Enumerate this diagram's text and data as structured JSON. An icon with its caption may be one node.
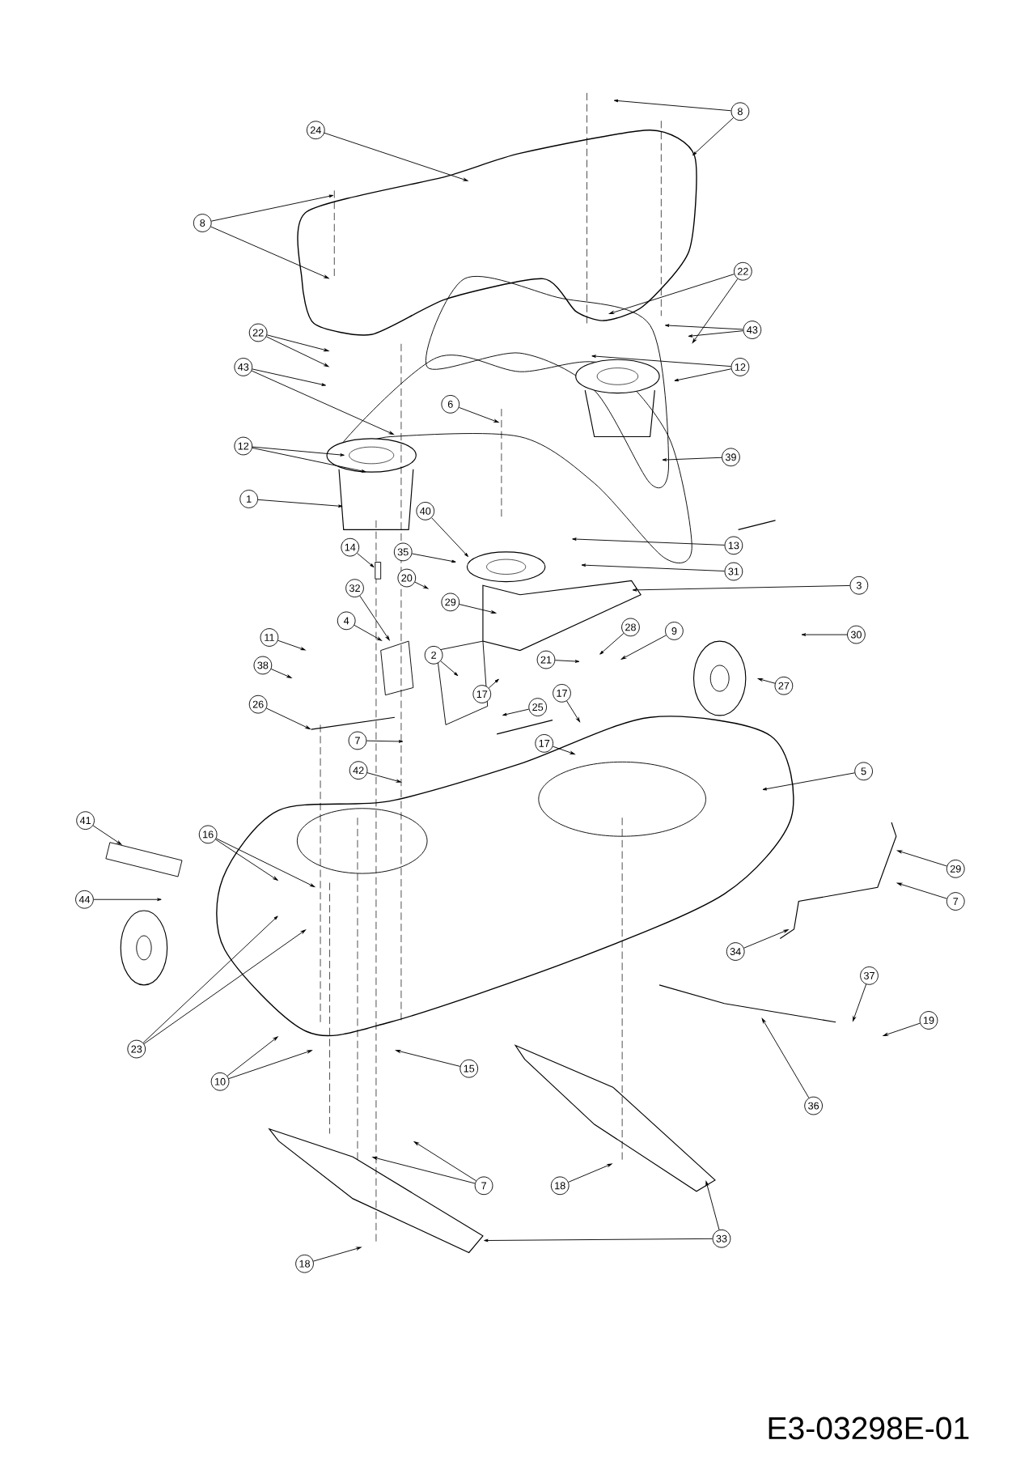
{
  "diagram": {
    "nodes": [
      {
        "text": [
          "8"
        ]
      },
      {
        "text": [
          "24"
        ]
      },
      {
        "text": [
          "8"
        ]
      },
      {
        "text": [
          "22"
        ]
      },
      {
        "text": [
          "43"
        ]
      },
      {
        "text": [
          "22"
        ]
      },
      {
        "text": [
          "43"
        ]
      },
      {
        "text": [
          "12"
        ]
      },
      {
        "text": [
          "6"
        ]
      },
      {
        "text": [
          "39"
        ]
      },
      {
        "text": [
          "12"
        ]
      },
      {
        "text": [
          "1"
        ]
      },
      {
        "text": [
          "40"
        ]
      },
      {
        "text": [
          "14"
        ]
      },
      {
        "text": [
          "35"
        ]
      },
      {
        "text": [
          "13"
        ]
      },
      {
        "text": [
          "31"
        ]
      },
      {
        "text": [
          "20"
        ]
      },
      {
        "text": [
          "3"
        ]
      },
      {
        "text": [
          "32"
        ]
      },
      {
        "text": [
          "29"
        ]
      },
      {
        "text": [
          "4"
        ]
      },
      {
        "text": [
          "28"
        ]
      },
      {
        "text": [
          "9"
        ]
      },
      {
        "text": [
          "30"
        ]
      },
      {
        "text": [
          "11"
        ]
      },
      {
        "text": [
          "2"
        ]
      },
      {
        "text": [
          "21"
        ]
      },
      {
        "text": [
          "38"
        ]
      },
      {
        "text": [
          "27"
        ]
      },
      {
        "text": [
          "17"
        ]
      },
      {
        "text": [
          "17"
        ]
      },
      {
        "text": [
          "26"
        ]
      },
      {
        "text": [
          "25"
        ]
      },
      {
        "text": [
          "7"
        ]
      },
      {
        "text": [
          "17"
        ]
      },
      {
        "text": [
          "5"
        ]
      },
      {
        "text": [
          "42"
        ]
      },
      {
        "text": [
          "41"
        ]
      },
      {
        "text": [
          "16"
        ]
      },
      {
        "text": [
          "29"
        ]
      },
      {
        "text": [
          "44"
        ]
      },
      {
        "text": [
          "7"
        ]
      },
      {
        "text": [
          "34"
        ]
      },
      {
        "text": [
          "37"
        ]
      },
      {
        "text": [
          "19"
        ]
      },
      {
        "text": [
          "23"
        ]
      },
      {
        "text": [
          "10"
        ]
      },
      {
        "text": [
          "15"
        ]
      },
      {
        "text": [
          "36"
        ]
      },
      {
        "text": [
          "7"
        ]
      },
      {
        "text": [
          "18"
        ]
      },
      {
        "text": [
          "33"
        ]
      },
      {
        "text": [
          "18"
        ]
      },
      {
        "text": [],
        "shape": "box"
      },
      {
        "text": [],
        "shape": "bolt"
      }
    ],
    "edges": [
      {
        "from": 0,
        "to": null,
        "arrow": "to"
      },
      {
        "from": 0,
        "to": null,
        "arrow": "to"
      },
      {
        "from": 1,
        "to": null,
        "arrow": "to"
      },
      {
        "from": 2,
        "to": null,
        "arrow": "to"
      },
      {
        "from": 2,
        "to": null,
        "arrow": "to"
      },
      {
        "from": 3,
        "to": null,
        "arrow": "to"
      },
      {
        "from": 3,
        "to": null,
        "arrow": "to"
      },
      {
        "from": 4,
        "to": null,
        "arrow": "to"
      },
      {
        "from": 4,
        "to": null,
        "arrow": "to"
      },
      {
        "from": 5,
        "to": null,
        "arrow": "to"
      },
      {
        "from": 5,
        "to": null,
        "arrow": "to"
      },
      {
        "from": 6,
        "to": null,
        "arrow": "to"
      },
      {
        "from": 6,
        "to": null,
        "arrow": "to"
      },
      {
        "from": 7,
        "to": null,
        "arrow": "to"
      },
      {
        "from": 7,
        "to": null,
        "arrow": "to"
      },
      {
        "from": 8,
        "to": null,
        "arrow": "to"
      },
      {
        "from": 9,
        "to": null,
        "arrow": "to"
      },
      {
        "from": 10,
        "to": null,
        "arrow": "to"
      },
      {
        "from": 10,
        "to": null,
        "arrow": "to"
      },
      {
        "from": 11,
        "to": null,
        "arrow": "to"
      },
      {
        "from": 12,
        "to": null,
        "arrow": "to"
      },
      {
        "from": 13,
        "to": 55,
        "arrow": "to"
      },
      {
        "from": 14,
        "to": null,
        "arrow": "to"
      },
      {
        "from": 15,
        "to": null,
        "arrow": "to"
      },
      {
        "from": 16,
        "to": null,
        "arrow": "to"
      },
      {
        "from": 17,
        "to": null,
        "arrow": "to"
      },
      {
        "from": 18,
        "to": null,
        "arrow": "to"
      },
      {
        "from": 19,
        "to": null,
        "arrow": "to"
      },
      {
        "from": 20,
        "to": null,
        "arrow": "to"
      },
      {
        "from": 21,
        "to": null,
        "arrow": "to"
      },
      {
        "from": 22,
        "to": null,
        "arrow": "to"
      },
      {
        "from": 23,
        "to": null,
        "arrow": "to"
      },
      {
        "from": 24,
        "to": null,
        "arrow": "to"
      },
      {
        "from": 25,
        "to": null,
        "arrow": "to"
      },
      {
        "from": 26,
        "to": null,
        "arrow": "to"
      },
      {
        "from": 27,
        "to": null,
        "arrow": "to"
      },
      {
        "from": 28,
        "to": null,
        "arrow": "to"
      },
      {
        "from": 29,
        "to": null,
        "arrow": "to"
      },
      {
        "from": 30,
        "to": null,
        "arrow": "to"
      },
      {
        "from": 31,
        "to": null,
        "arrow": "to"
      },
      {
        "from": 32,
        "to": null,
        "arrow": "to"
      },
      {
        "from": 33,
        "to": null,
        "arrow": "to"
      },
      {
        "from": 34,
        "to": null,
        "arrow": "to"
      },
      {
        "from": 35,
        "to": null,
        "arrow": "to"
      },
      {
        "from": 36,
        "to": null,
        "arrow": "to"
      },
      {
        "from": 37,
        "to": null,
        "arrow": "to"
      },
      {
        "from": 38,
        "to": 54,
        "arrow": "to"
      },
      {
        "from": 39,
        "to": null,
        "arrow": "to"
      },
      {
        "from": 39,
        "to": null,
        "arrow": "to"
      },
      {
        "from": 40,
        "to": null,
        "arrow": "to"
      },
      {
        "from": 41,
        "to": null,
        "arrow": "to"
      },
      {
        "from": 42,
        "to": null,
        "arrow": "to"
      },
      {
        "from": 43,
        "to": null,
        "arrow": "to"
      },
      {
        "from": 44,
        "to": null,
        "arrow": "to"
      },
      {
        "from": 45,
        "to": null,
        "arrow": "to"
      },
      {
        "from": 46,
        "to": null,
        "arrow": "to"
      },
      {
        "from": 46,
        "to": null,
        "arrow": "to"
      },
      {
        "from": 47,
        "to": null,
        "arrow": "to"
      },
      {
        "from": 47,
        "to": null,
        "arrow": "to"
      },
      {
        "from": 48,
        "to": null,
        "arrow": "to"
      },
      {
        "from": 49,
        "to": null,
        "arrow": "to"
      },
      {
        "from": 50,
        "to": null,
        "arrow": "to"
      },
      {
        "from": 50,
        "to": null,
        "arrow": "to"
      },
      {
        "from": 51,
        "to": null,
        "arrow": "to"
      },
      {
        "from": 52,
        "to": null,
        "arrow": "to"
      },
      {
        "from": 52,
        "to": null,
        "arrow": "to"
      },
      {
        "from": 53,
        "to": null,
        "arrow": "to"
      }
    ],
    "labels": [
      "E3-03298E-01"
    ]
  }
}
